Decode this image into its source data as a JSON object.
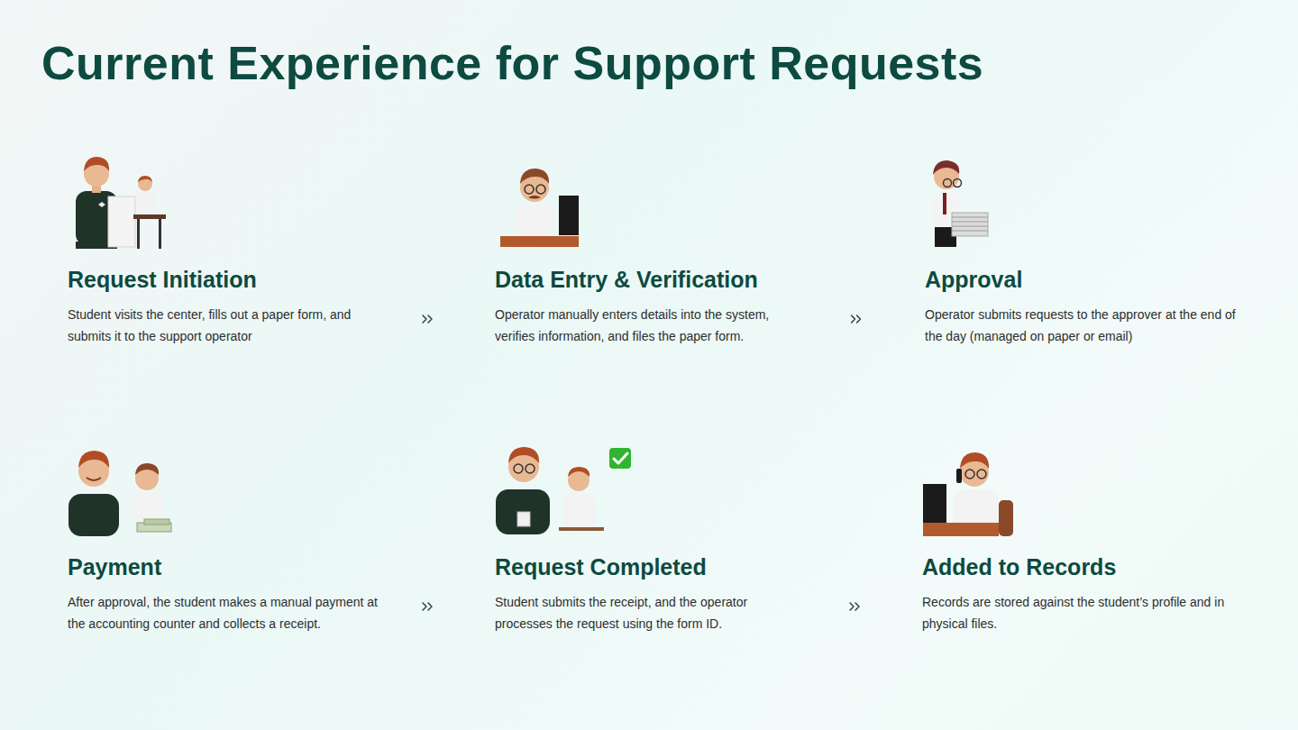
{
  "diagram": {
    "title": "Current Experience for Support Requests",
    "nodes": [
      {
        "text": [
          "Request Initiation",
          "Student visits the center, fills out a paper form, and submits it to the support operator"
        ]
      },
      {
        "text": [
          "Data Entry & Verification",
          "Operator manually enters details into the system, verifies information, and files the paper form."
        ]
      },
      {
        "text": [
          "Approval",
          "Operator submits requests to the approver at the end of the day (managed on paper or email)"
        ]
      },
      {
        "text": [
          "Payment",
          "After approval, the student makes a manual payment at the accounting counter and collects a receipt."
        ]
      },
      {
        "text": [
          "Request Completed",
          "Student submits the receipt, and the operator processes the request using the form ID."
        ]
      },
      {
        "text": [
          "Added to Records",
          "Records are stored against the student’s profile and in physical files."
        ]
      }
    ],
    "edges": [
      {
        "from": 0,
        "to": 1,
        "arrow": "to"
      },
      {
        "from": 1,
        "to": 2,
        "arrow": "to"
      },
      {
        "from": 3,
        "to": 4,
        "arrow": "to"
      },
      {
        "from": 4,
        "to": 5,
        "arrow": "to"
      }
    ]
  }
}
